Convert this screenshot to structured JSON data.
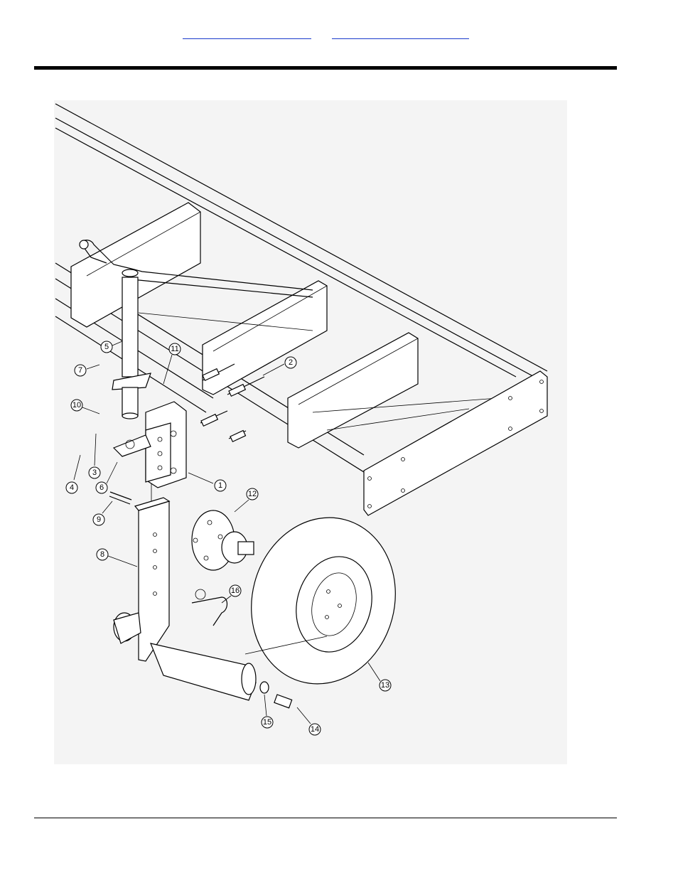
{
  "header": {
    "links": [
      {
        "label": ""
      },
      {
        "label": ""
      }
    ]
  },
  "diagram": {
    "callouts": [
      "1",
      "2",
      "3",
      "4",
      "5",
      "6",
      "7",
      "8",
      "9",
      "10",
      "11",
      "12",
      "13",
      "14",
      "15",
      "16"
    ]
  }
}
